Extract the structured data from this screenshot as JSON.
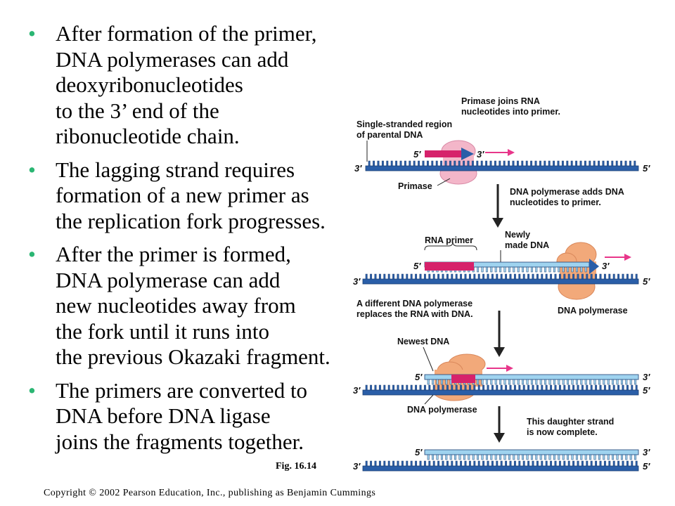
{
  "bullets": [
    {
      "lines": [
        "After formation of the primer,",
        "DNA polymerases can add",
        "deoxyribonucleotides",
        "to the 3’ end of the",
        "ribonucleotide chain."
      ]
    },
    {
      "lines": [
        "The lagging strand requires",
        "formation of a new primer as",
        "the replication fork progresses."
      ]
    },
    {
      "lines": [
        "After the primer is formed,",
        "DNA polymerase can add",
        "new nucleotides away from",
        "the fork until it runs into",
        "the previous Okazaki fragment."
      ]
    },
    {
      "lines": [
        "The primers are converted to",
        "DNA before DNA ligase",
        "joins the fragments together."
      ]
    }
  ],
  "figure": {
    "label": "Fig. 16.14",
    "panel1": {
      "caption_lines": [
        "Primase joins RNA",
        "nucleotides into primer."
      ],
      "region_lines": [
        "Single-stranded region",
        "of parental DNA"
      ],
      "enzyme": "Primase",
      "top_5": "5′",
      "top_3": "3′",
      "bot_3": "3′",
      "bot_5": "5′"
    },
    "step1_lines": [
      "DNA polymerase adds DNA",
      "nucleotides to primer."
    ],
    "panel2": {
      "primer": "RNA primer",
      "new_dna_lines": [
        "Newly",
        "made DNA"
      ],
      "enzyme": "DNA polymerase",
      "top_5": "5′",
      "top_3": "3′",
      "bot_3": "3′",
      "bot_5": "5′"
    },
    "step2_lines": [
      "A different DNA polymerase",
      "replaces the RNA with DNA."
    ],
    "panel3": {
      "newest": "Newest DNA",
      "enzyme": "DNA polymerase",
      "top_5": "5′",
      "top_3": "3′",
      "bot_3": "3′",
      "bot_5": "5′"
    },
    "panel4": {
      "caption_lines": [
        "This daughter strand",
        "is now complete."
      ],
      "top_5": "5′",
      "top_3": "3′",
      "bot_3": "3′",
      "bot_5": "5′"
    }
  },
  "colors": {
    "bullet": "#2bb673",
    "parental_strand": "#2a5ea8",
    "dna_strand": "#9fd3ef",
    "rna_primer": "#d6226b",
    "primase": "#f3b6c9",
    "polymerase": "#f2a97a",
    "direction_arrow": "#e8368a"
  },
  "copyright": "Copyright © 2002 Pearson Education, Inc., publishing as Benjamin Cummings"
}
